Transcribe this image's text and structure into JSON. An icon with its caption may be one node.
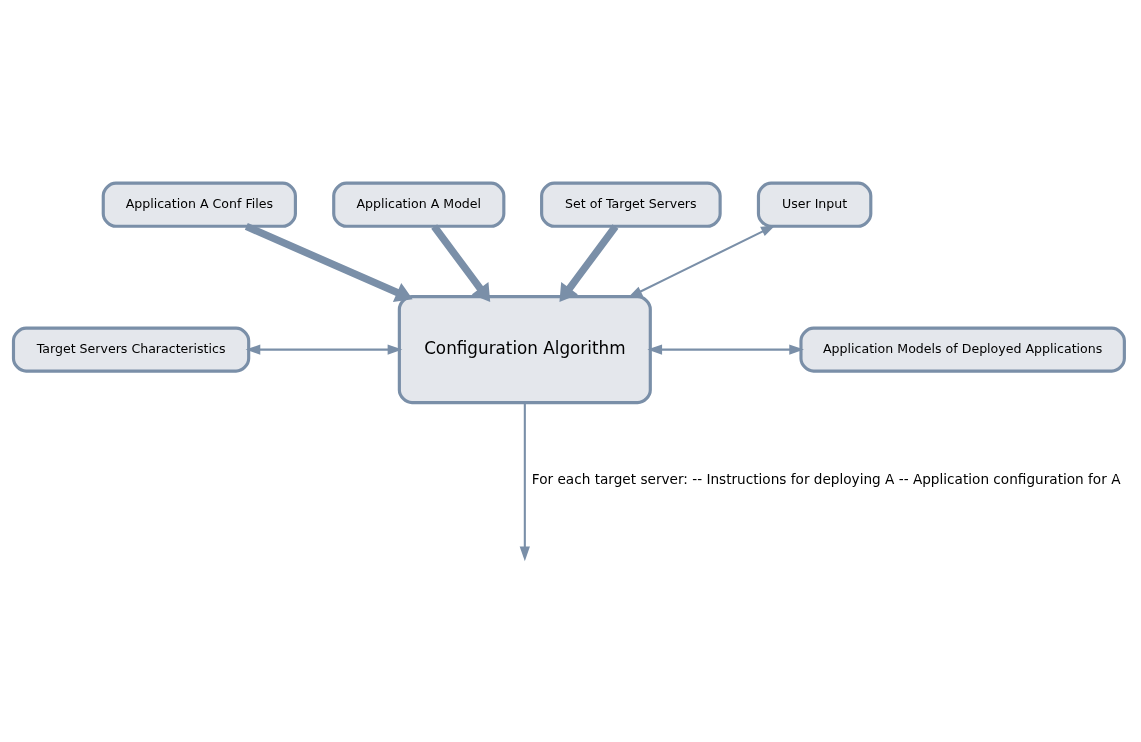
{
  "diagram": {
    "nodes": [
      {
        "text": [
          "Application A Conf Files"
        ]
      },
      {
        "text": [
          "Application A Model"
        ]
      },
      {
        "text": [
          "Set of Target Servers"
        ]
      },
      {
        "text": [
          "User Input"
        ]
      },
      {
        "text": [
          "Target Servers Characteristics"
        ]
      },
      {
        "text": [
          "Configuration Algorithm"
        ]
      },
      {
        "text": [
          "Application Models of Deployed Applications"
        ]
      }
    ],
    "edges": [
      {
        "from": 0,
        "to": 5,
        "arrow": "to",
        "style": "thick"
      },
      {
        "from": 1,
        "to": 5,
        "arrow": "to",
        "style": "thick"
      },
      {
        "from": 2,
        "to": 5,
        "arrow": "to",
        "style": "thick"
      },
      {
        "from": 3,
        "to": 5,
        "arrow": "both"
      },
      {
        "from": 4,
        "to": 5,
        "arrow": "both"
      },
      {
        "from": 5,
        "to": 6,
        "arrow": "both"
      },
      {
        "from": 5,
        "to": null,
        "arrow": "to",
        "label": "For each target server: -- Instructions for deploying A -- Application configuration for A"
      }
    ]
  }
}
